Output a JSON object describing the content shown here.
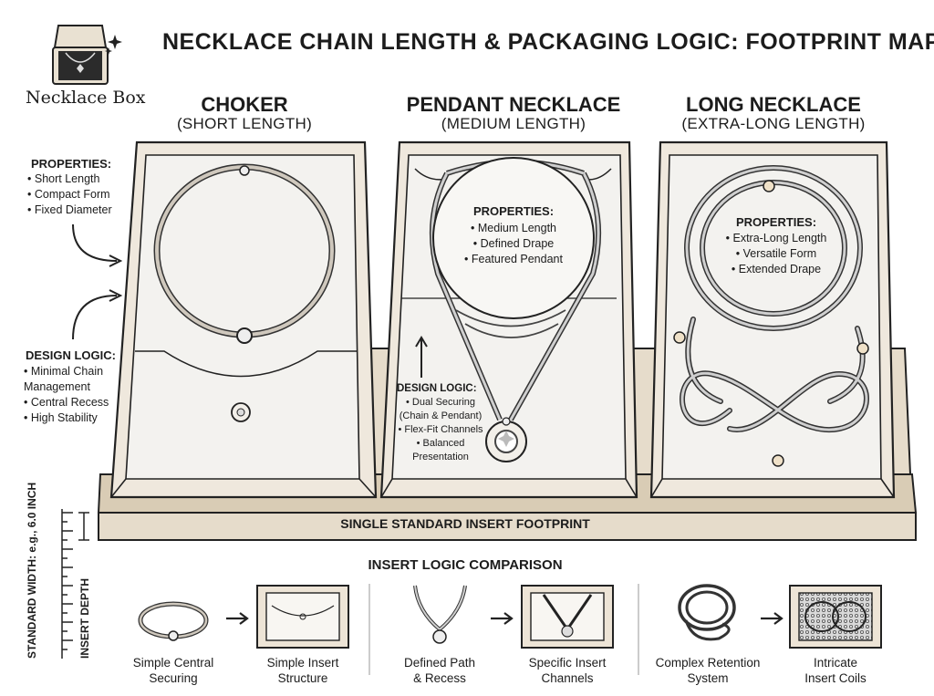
{
  "title": "NECKLACE CHAIN LENGTH & PACKAGING LOGIC: FOOTPRINT MAP",
  "brand": "Necklace Box",
  "columns": [
    {
      "title": "CHOKER",
      "subtitle": "(SHORT LENGTH)",
      "properties_heading": "PROPERTIES:",
      "properties": [
        "Short Length",
        "Compact Form",
        "Fixed Diameter"
      ],
      "design_heading": "DESIGN LOGIC:",
      "design": [
        "Minimal Chain Management",
        "Central Recess",
        "High Stability"
      ]
    },
    {
      "title": "PENDANT NECKLACE",
      "subtitle": "(MEDIUM LENGTH)",
      "properties_heading": "PROPERTIES:",
      "properties": [
        "Medium Length",
        "Defined Drape",
        "Featured Pendant"
      ],
      "design_heading": "DESIGN LOGIC:",
      "design": [
        "Dual Securing (Chain & Pendant)",
        "Flex-Fit Channels",
        "Balanced Presentation"
      ]
    },
    {
      "title": "LONG NECKLACE",
      "subtitle": "(EXTRA-LONG LENGTH)",
      "properties_heading": "PROPERTIES:",
      "properties": [
        "Extra-Long Length",
        "Versatile Form",
        "Extended Drape"
      ]
    }
  ],
  "footprint_label": "SINGLE STANDARD INSERT FOOTPRINT",
  "side_labels": {
    "standard_width": "STANDARD WIDTH: e.g., 6.0 INCH",
    "insert_depth": "INSERT DEPTH"
  },
  "comparison": {
    "heading": "INSERT LOGIC COMPARISON",
    "captions": [
      [
        "Simple Central",
        "Securing"
      ],
      [
        "Simple Insert",
        "Structure"
      ],
      [
        "Defined Path",
        "& Recess"
      ],
      [
        "Specific Insert",
        "Channels"
      ],
      [
        "Complex Retention",
        "System"
      ],
      [
        "Intricate",
        "Insert Coils"
      ]
    ]
  },
  "colors": {
    "ink": "#1c1c1c",
    "tray_beige": "#e6dccb",
    "box_panel": "#f4f1ec",
    "insert_white": "#fbfaf7",
    "silver": "#9a9a9a"
  }
}
